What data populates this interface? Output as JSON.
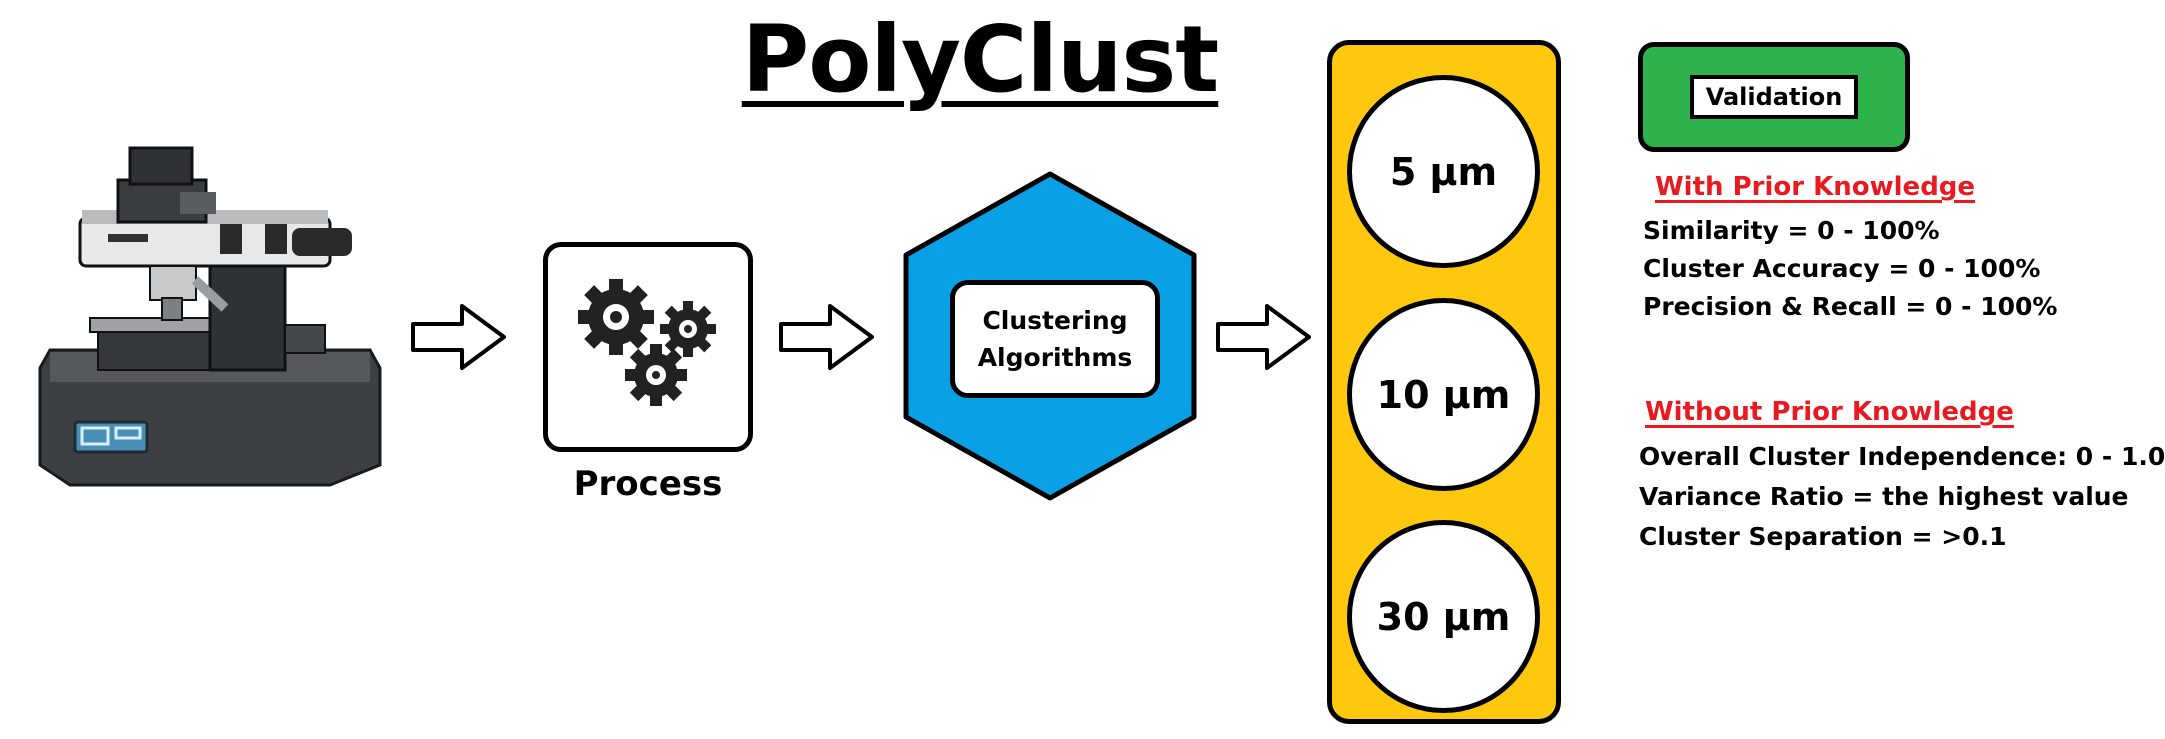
{
  "title": "PolyClust",
  "process": {
    "label": "Process"
  },
  "clustering": {
    "line1": "Clustering",
    "line2": "Algorithms"
  },
  "sizes": [
    "5 μm",
    "10 μm",
    "30 μm"
  ],
  "validation": {
    "label": "Validation",
    "with_prior": {
      "heading": "With Prior Knowledge",
      "items": [
        "Similarity = 0 - 100%",
        "Cluster Accuracy = 0 - 100%",
        "Precision & Recall = 0 - 100%"
      ]
    },
    "without_prior": {
      "heading": "Without Prior Knowledge",
      "items": [
        "Overall Cluster Independence: 0 - 1.0",
        "Variance Ratio = the highest value",
        "Cluster Separation = >0.1"
      ]
    }
  },
  "colors": {
    "hexagon": "#0aa0e6",
    "column": "#fec80f",
    "validation": "#2eb34c",
    "heading": "#e8191f"
  },
  "icons": [
    "microscope-icon",
    "gears-icon",
    "arrow-right-icon"
  ]
}
